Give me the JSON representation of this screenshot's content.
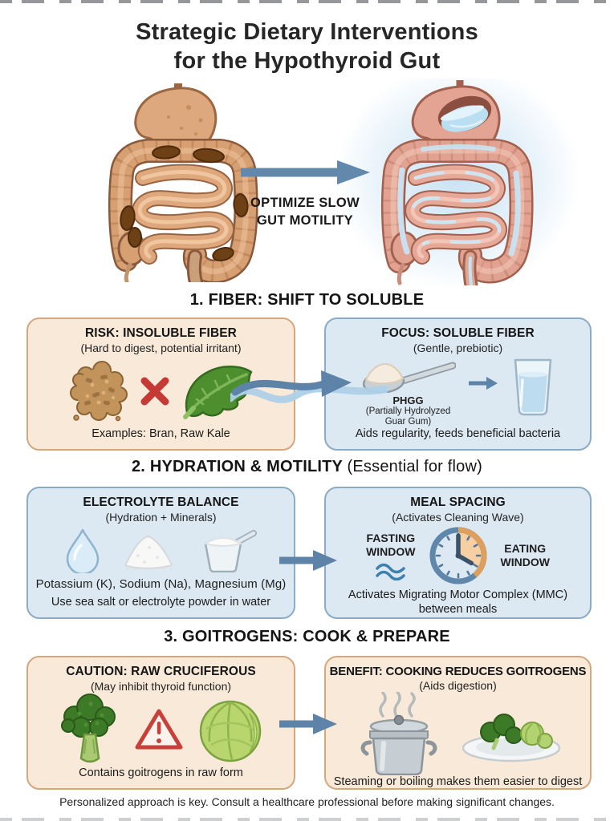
{
  "title": {
    "line1": "Strategic Dietary Interventions",
    "line2": "for the Hypothyroid Gut"
  },
  "hero": {
    "label_line1": "OPTIMIZE SLOW",
    "label_line2": "GUT MOTILITY",
    "left_illustration": "sluggish-gut-with-blockages",
    "right_illustration": "hydrated-flowing-gut"
  },
  "s1": {
    "header": "1. FIBER: SHIFT TO SOLUBLE",
    "left": {
      "title": "RISK: INSOLUBLE FIBER",
      "subtitle": "(Hard to digest, potential irritant)",
      "caption": "Examples: Bran, Raw Kale",
      "icons": [
        "bran-ball",
        "red-x",
        "kale-leaf"
      ]
    },
    "right": {
      "title": "FOCUS: SOLUBLE FIBER",
      "subtitle": "(Gentle, prebiotic)",
      "item_name": "PHGG",
      "item_sub1": "(Partially Hydrolyzed",
      "item_sub2": "Guar Gum)",
      "caption": "Aids regularity, feeds beneficial bacteria",
      "icons": [
        "spoon-of-powder",
        "arrow-right",
        "water-glass"
      ]
    }
  },
  "s2": {
    "header_strong": "2. HYDRATION & MOTILITY",
    "header_light": "(Essential for flow)",
    "left": {
      "title": "ELECTROLYTE BALANCE",
      "subtitle": "(Hydration + Minerals)",
      "minerals": "Potassium (K),  Sodium (Na),  Magnesium (Mg)",
      "caption": "Use sea salt or electrolyte powder in water",
      "icons": [
        "water-drop",
        "salt-pile",
        "powder-scoop"
      ]
    },
    "right": {
      "title": "MEAL SPACING",
      "subtitle": "(Activates Cleaning Wave)",
      "fasting_line1": "FASTING",
      "fasting_line2": "WINDOW",
      "eating_line1": "EATING",
      "eating_line2": "WINDOW",
      "caption_line1": "Activates Migrating Motor Complex (MMC)",
      "caption_line2": "between meals",
      "icons": [
        "wave",
        "clock"
      ]
    }
  },
  "s3": {
    "header": "3. GOITROGENS: COOK & PREPARE",
    "left": {
      "title": "CAUTION: RAW CRUCIFEROUS",
      "subtitle": "(May inhibit thyroid function)",
      "caption": "Contains goitrogens in raw form",
      "icons": [
        "broccoli",
        "warning-triangle",
        "cabbage"
      ]
    },
    "right": {
      "title": "BENEFIT: COOKING REDUCES GOITROGENS",
      "subtitle": "(Aids digestion)",
      "caption": "Steaming or boiling makes them easier to digest",
      "icons": [
        "steaming-pot",
        "veggie-plate"
      ]
    }
  },
  "footer": {
    "text": "Personalized approach is key. Consult a healthcare professional before making significant changes."
  },
  "colors": {
    "peach_bg": "#f9e9d8",
    "peach_border": "#d3a87e",
    "blue_bg": "#dce8f2",
    "blue_border": "#8cabc4",
    "arrow_blue": "#5d84a8",
    "wave_light_blue": "#aed0e8",
    "clock_ring": "#5f87ab",
    "clock_eating_arc": "#dd9f5e",
    "clock_wedge": "#f6d0a2",
    "warning_red": "#c8403a",
    "text": "#1e1e1e"
  }
}
